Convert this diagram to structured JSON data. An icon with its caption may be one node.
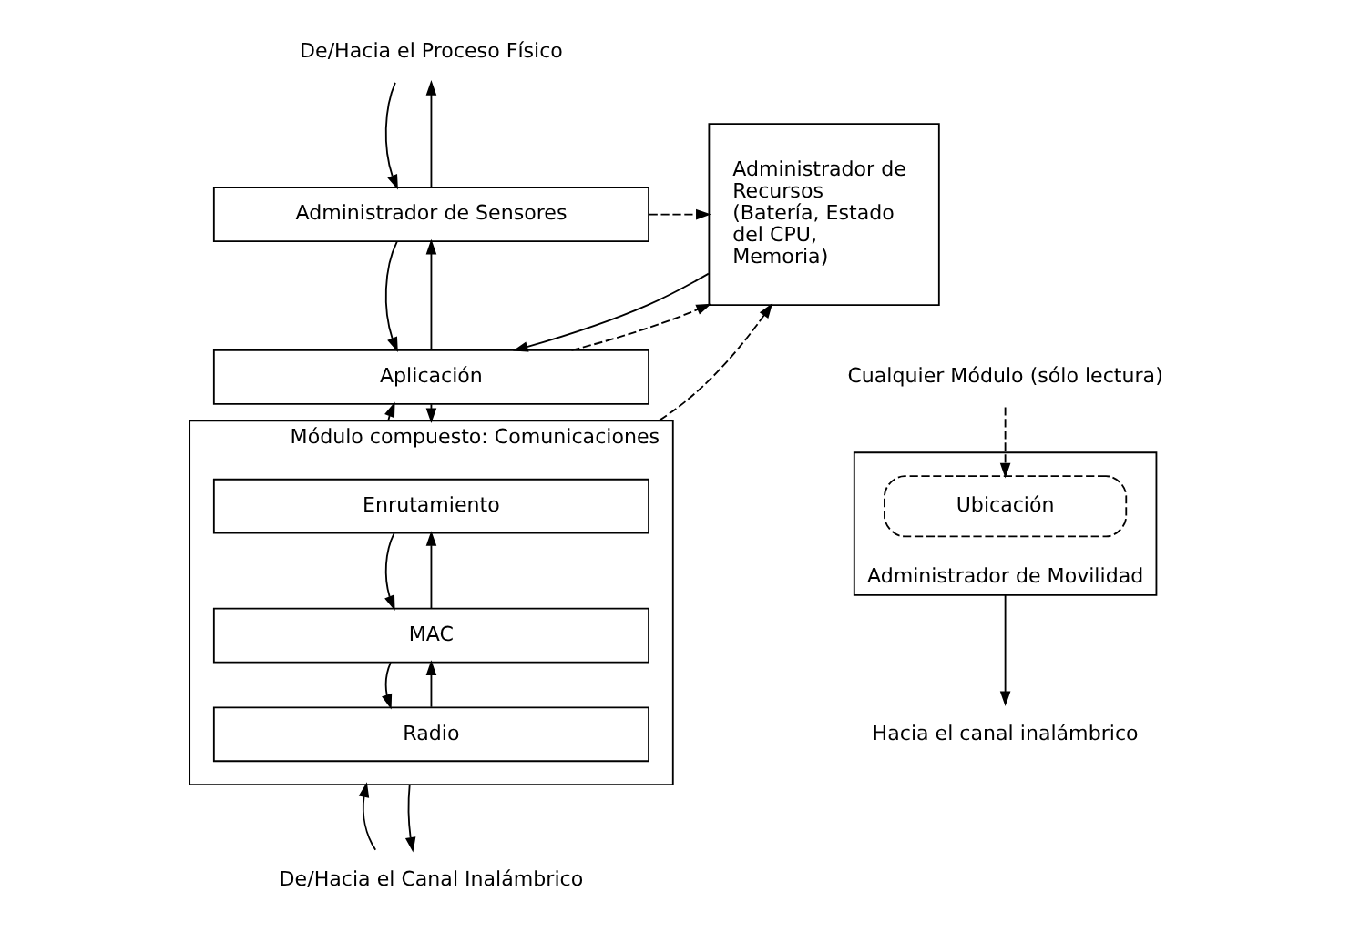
{
  "diagram": {
    "nodes": [
      {
        "text": [
          "De/Hacia el Proceso Físico"
        ]
      },
      {
        "text": [
          "Administrador de Sensores"
        ]
      },
      {
        "text": [
          "Administrador de Recursos (Batería, Estado del CPU, Memoria)"
        ]
      },
      {
        "text": [
          "Aplicación"
        ]
      },
      {
        "text": [
          "Módulo compuesto: Comunicaciones"
        ]
      },
      {
        "text": [
          "Enrutamiento"
        ],
        "in": 4
      },
      {
        "text": [
          "MAC"
        ],
        "in": 4
      },
      {
        "text": [
          "Radio"
        ],
        "in": 4
      },
      {
        "text": [
          "Cualquier Módulo (sólo lectura)"
        ]
      },
      {
        "text": [
          "Administrador de Movilidad"
        ]
      },
      {
        "text": [
          "Ubicación"
        ],
        "in": 9
      },
      {
        "text": [
          "De/Hacia el Canal Inalámbrico"
        ]
      },
      {
        "text": [
          "Hacia el canal inalámbrico"
        ]
      }
    ],
    "edges": [
      {
        "from": 1,
        "to": 0,
        "arrow": "to"
      },
      {
        "from": 0,
        "to": 1,
        "arrow": "to"
      },
      {
        "from": 1,
        "to": 2,
        "arrow": "to",
        "style": "dashed"
      },
      {
        "from": 3,
        "to": 1,
        "arrow": "to"
      },
      {
        "from": 1,
        "to": 3,
        "arrow": "to"
      },
      {
        "from": 3,
        "to": 2,
        "arrow": "to",
        "style": "dashed"
      },
      {
        "from": 2,
        "to": 3,
        "arrow": "to"
      },
      {
        "from": 4,
        "to": 3,
        "arrow": "to"
      },
      {
        "from": 3,
        "to": 4,
        "arrow": "to"
      },
      {
        "from": 4,
        "to": 2,
        "arrow": "to",
        "style": "dashed"
      },
      {
        "from": 6,
        "to": 5,
        "arrow": "to"
      },
      {
        "from": 5,
        "to": 6,
        "arrow": "to"
      },
      {
        "from": 7,
        "to": 6,
        "arrow": "to"
      },
      {
        "from": 6,
        "to": 7,
        "arrow": "to"
      },
      {
        "from": 11,
        "to": 4,
        "arrow": "to"
      },
      {
        "from": 4,
        "to": 11,
        "arrow": "to"
      },
      {
        "from": 8,
        "to": 10,
        "arrow": "to",
        "style": "dashed"
      },
      {
        "from": 9,
        "to": 12,
        "arrow": "to"
      }
    ]
  }
}
